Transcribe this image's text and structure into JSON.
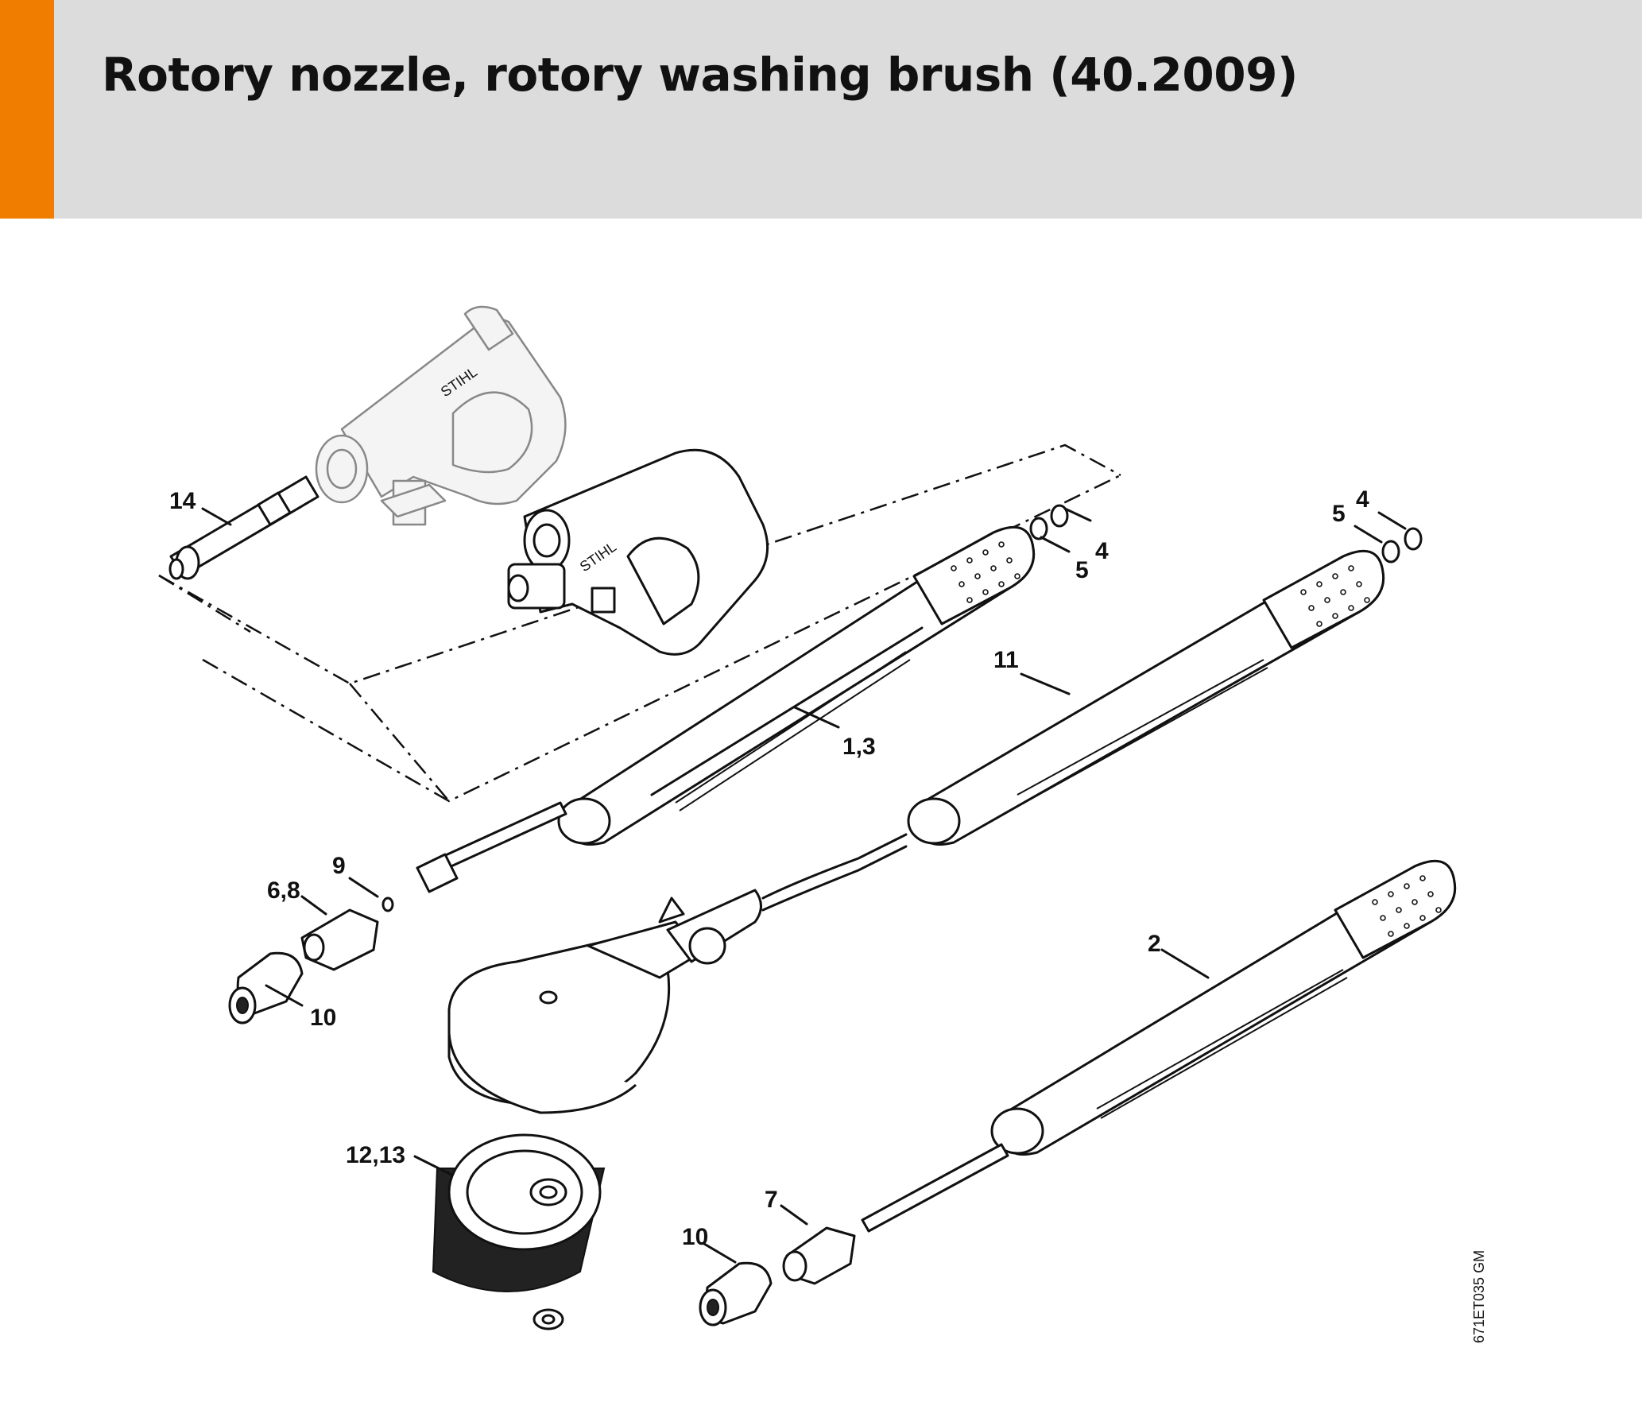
{
  "header": {
    "title": "Rotory nozzle, rotory washing brush (40.2009)",
    "accent_color": "#f07d00",
    "background_color": "#dcdcdc"
  },
  "diagram": {
    "drawing_code": "671ET035 GM",
    "callouts": {
      "c14": "14",
      "c4a": "4",
      "c5a": "5",
      "c4b": "4",
      "c5b": "5",
      "c11": "11",
      "c13": "1,3",
      "c9": "9",
      "c68": "6,8",
      "c10a": "10",
      "c2": "2",
      "c1213": "12,13",
      "c7": "7",
      "c10b": "10"
    }
  }
}
